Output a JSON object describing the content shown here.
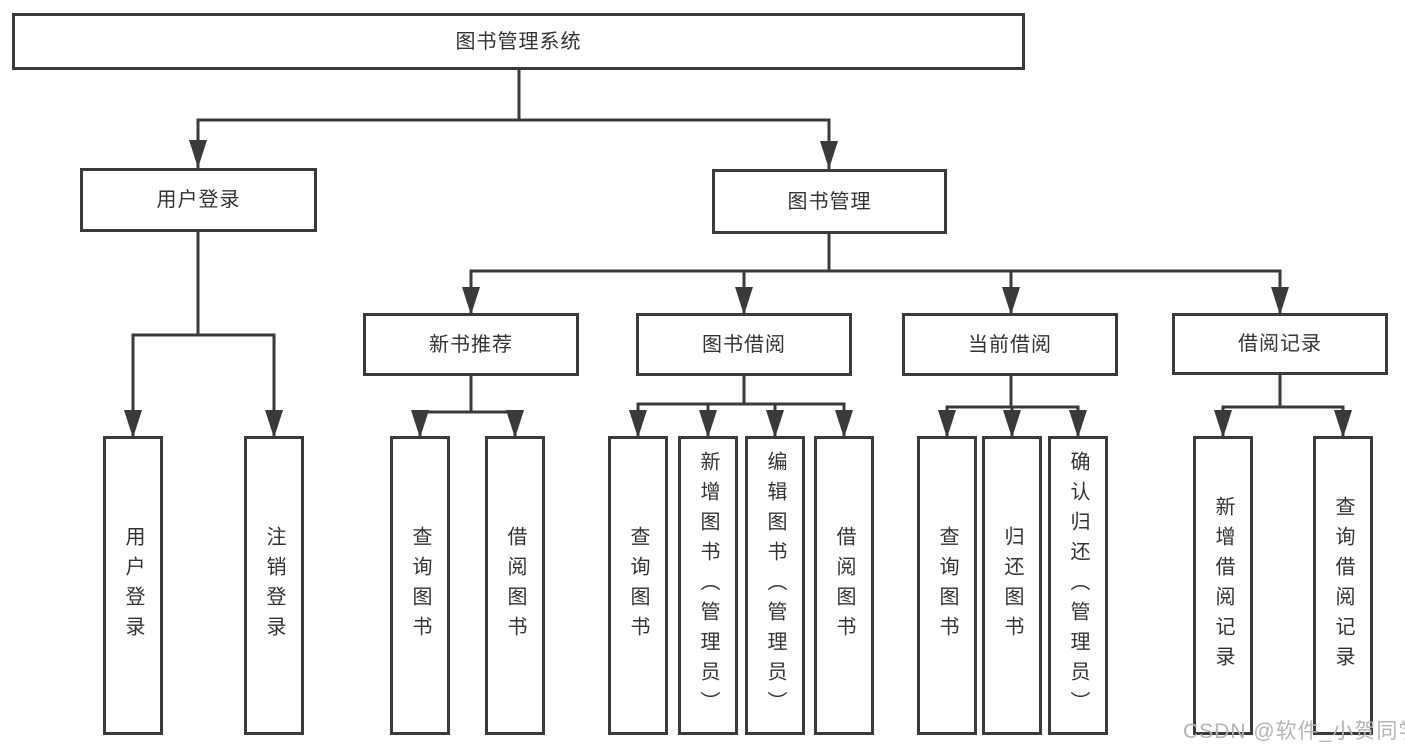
{
  "diagram": {
    "root": "图书管理系统",
    "login": {
      "label": "用户登录",
      "children": [
        "用户登录",
        "注销登录"
      ]
    },
    "manage": {
      "label": "图书管理",
      "sections": [
        {
          "label": "新书推荐",
          "children": [
            "查询图书",
            "借阅图书"
          ]
        },
        {
          "label": "图书借阅",
          "children": [
            "查询图书",
            "新增图书（管理员）",
            "编辑图书（管理员）",
            "借阅图书"
          ]
        },
        {
          "label": "当前借阅",
          "children": [
            "查询图书",
            "归还图书",
            "确认归还（管理员）"
          ]
        },
        {
          "label": "借阅记录",
          "children": [
            "新增借阅记录",
            "查询借阅记录"
          ]
        }
      ]
    }
  },
  "watermark": "CSDN @软件_小贺同学",
  "colors": {
    "line": "#3a3a3a",
    "text": "#333333",
    "background": "#ffffff",
    "watermark": "#b4b4b4"
  }
}
